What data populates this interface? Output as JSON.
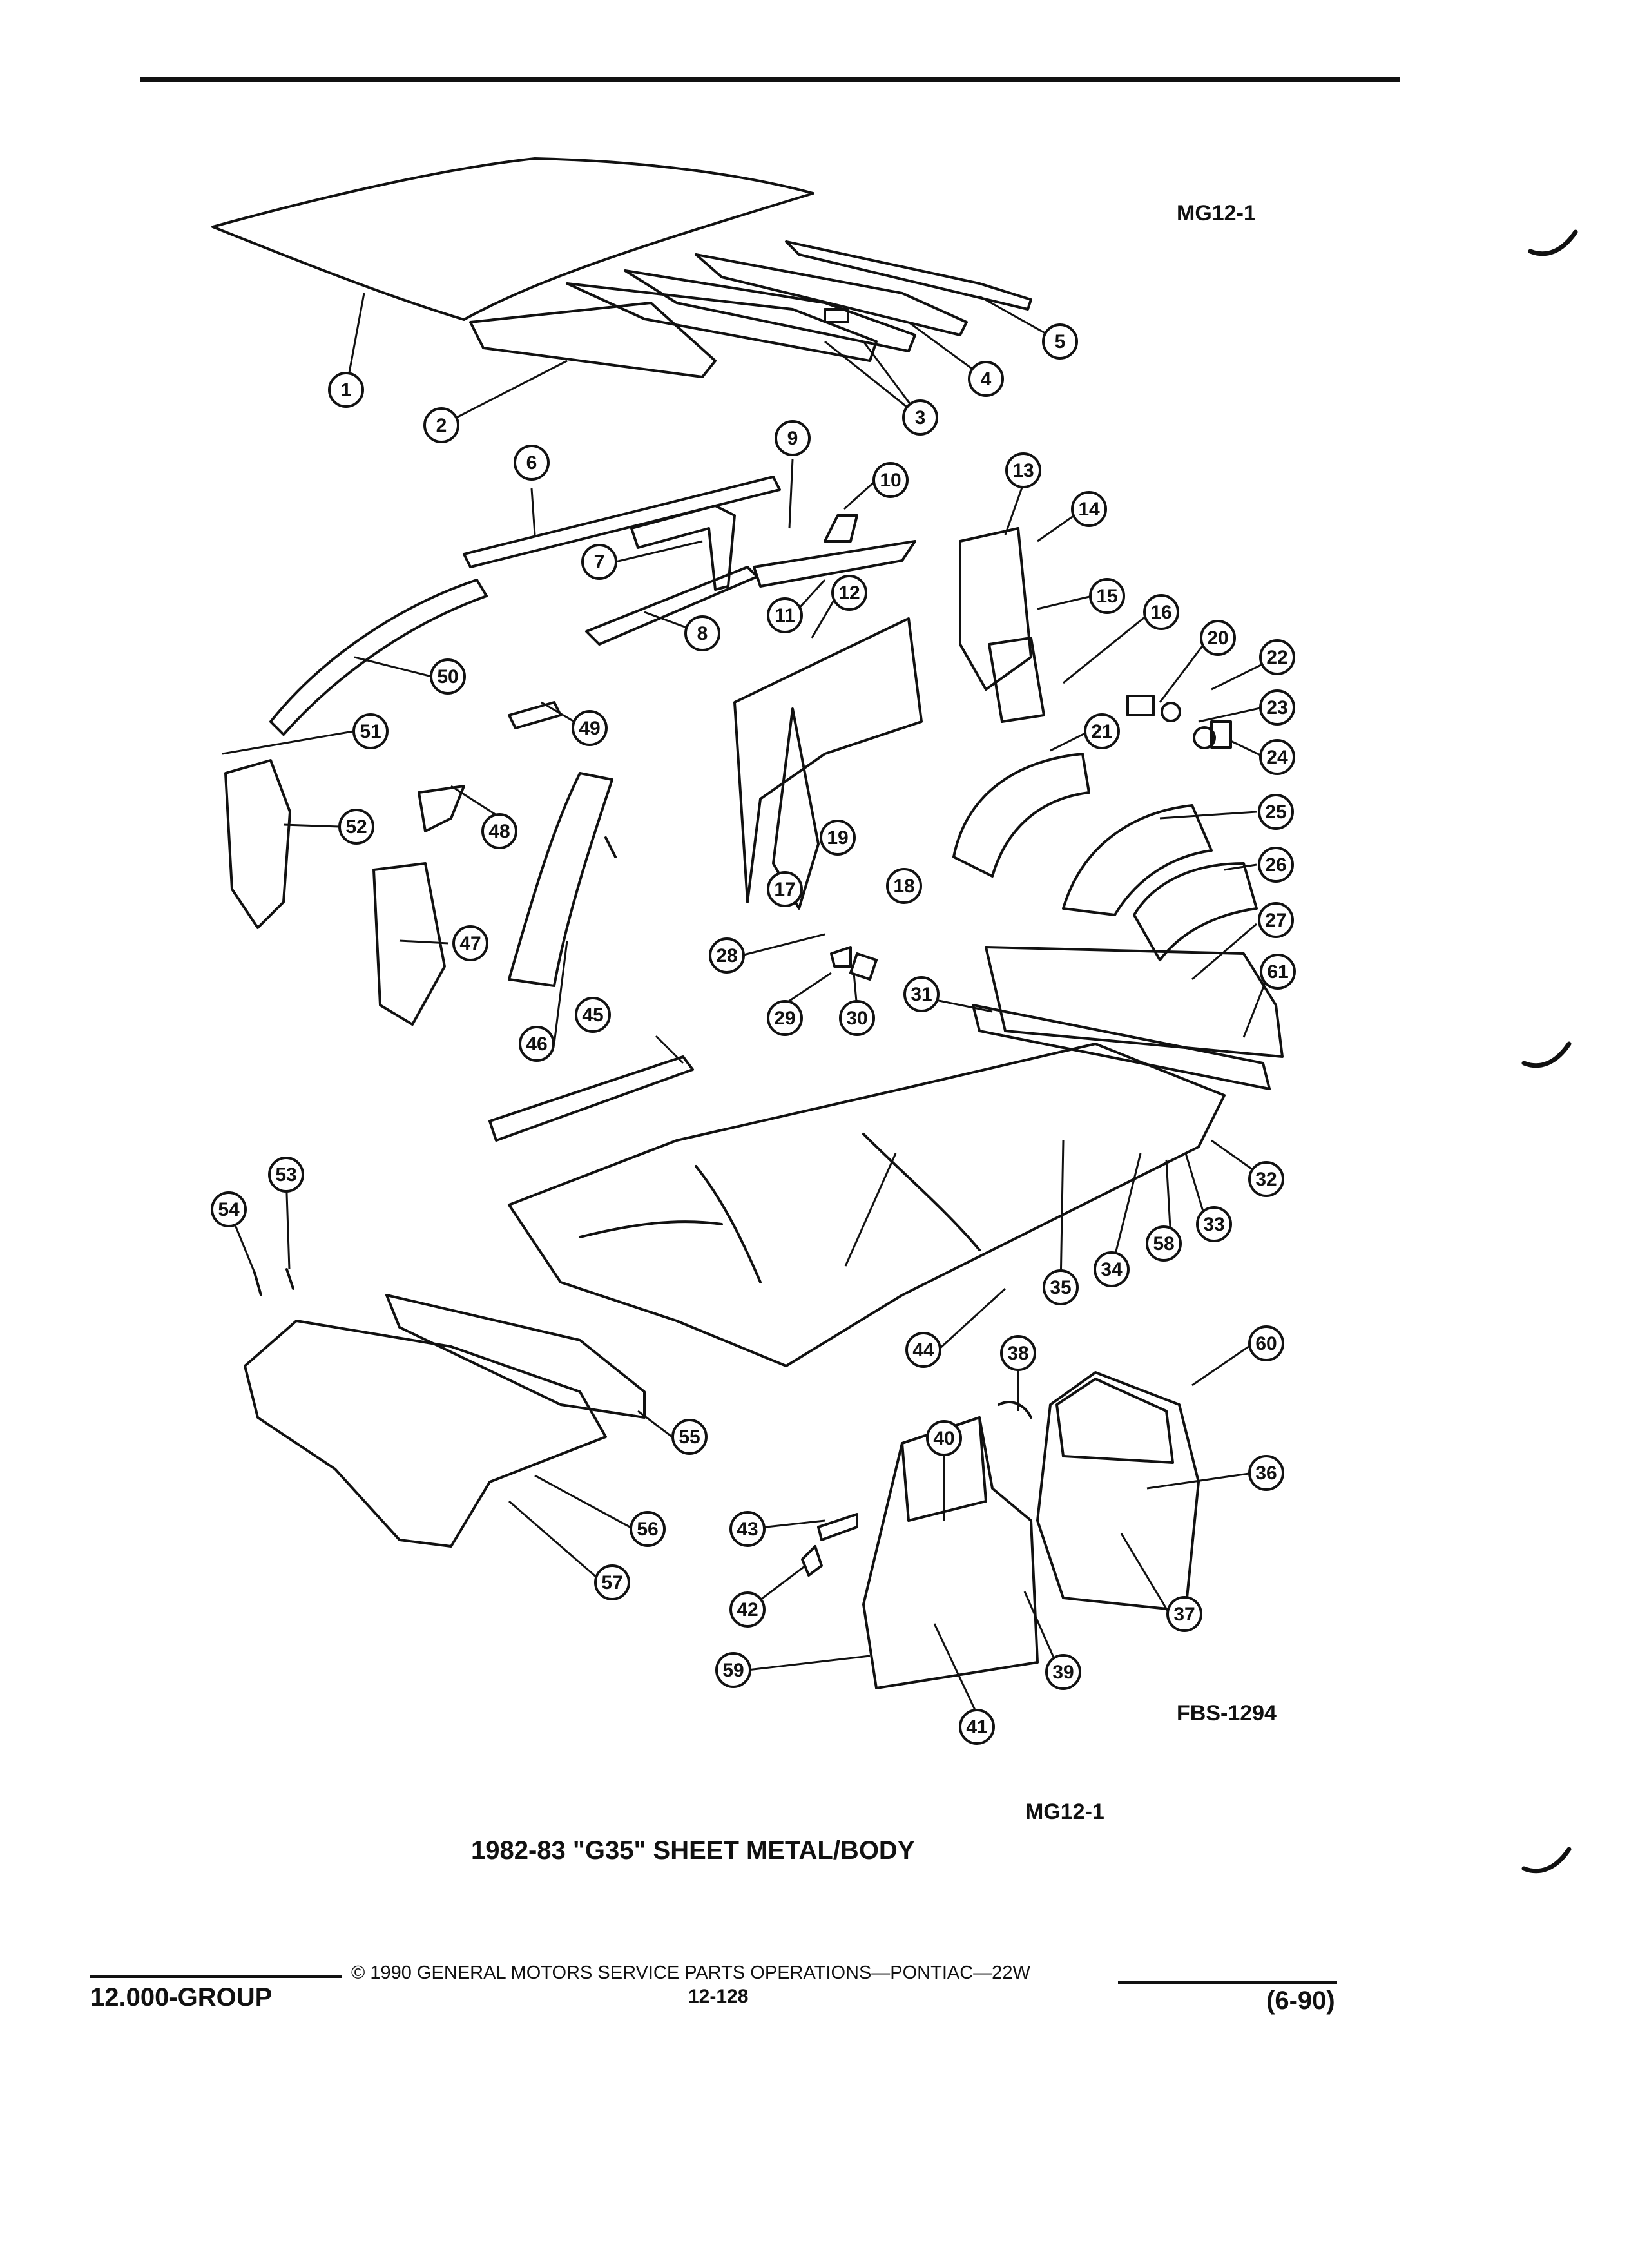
{
  "figure_code_top": "MG12-1",
  "figure_code_bottom": "MG12-1",
  "fbs_code": "FBS-1294",
  "title": "1982-83 \"G35\" SHEET METAL/BODY",
  "footer": {
    "group": "12.000-GROUP",
    "copyright": "© 1990 GENERAL MOTORS SERVICE PARTS OPERATIONS—PONTIAC—22W",
    "page_number": "12-128",
    "date_code": "(6-90)"
  },
  "callouts": [
    "1",
    "2",
    "3",
    "4",
    "5",
    "6",
    "7",
    "8",
    "9",
    "10",
    "11",
    "12",
    "13",
    "14",
    "15",
    "16",
    "17",
    "18",
    "19",
    "20",
    "21",
    "22",
    "23",
    "24",
    "25",
    "26",
    "27",
    "28",
    "29",
    "30",
    "31",
    "32",
    "33",
    "34",
    "35",
    "36",
    "37",
    "38",
    "39",
    "40",
    "41",
    "42",
    "43",
    "44",
    "45",
    "46",
    "47",
    "48",
    "49",
    "50",
    "51",
    "52",
    "53",
    "54",
    "55",
    "56",
    "57",
    "58",
    "59",
    "60",
    "61"
  ]
}
